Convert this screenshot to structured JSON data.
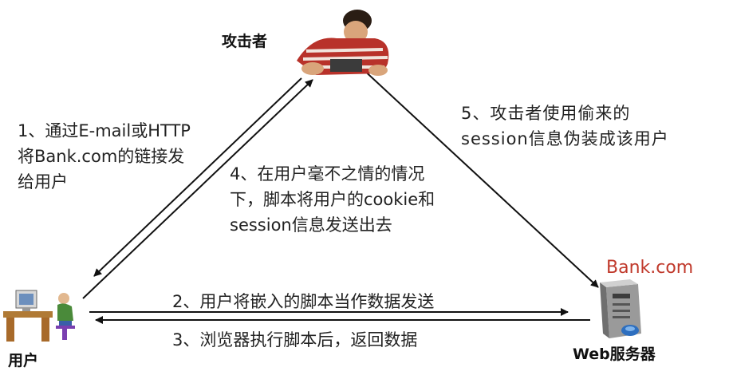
{
  "nodes": {
    "attacker": {
      "label": "攻击者",
      "icon": "attacker-person-icon"
    },
    "user": {
      "label": "用户",
      "icon": "user-at-computer-icon"
    },
    "server": {
      "label": "Web服务器",
      "icon": "web-server-icon",
      "brand": "Bank.com"
    }
  },
  "steps": {
    "step1": [
      "1、通过E-mail或HTTP",
      "将Bank.com的链接发",
      "给用户"
    ],
    "step2": "2、用户将嵌入的脚本当作数据发送",
    "step3": "3、浏览器执行脚本后，返回数据",
    "step4": [
      "4、在用户毫不之情的情况",
      "下，脚本将用户的cookie和",
      "session信息发送出去"
    ],
    "step5": [
      "5、攻击者使用偷来的",
      "session信息伪装成该用户"
    ]
  },
  "colors": {
    "line": "#111111",
    "brand": "#c0392b",
    "shirt_red": "#b8322a",
    "server_gray": "#9a9a9a"
  }
}
